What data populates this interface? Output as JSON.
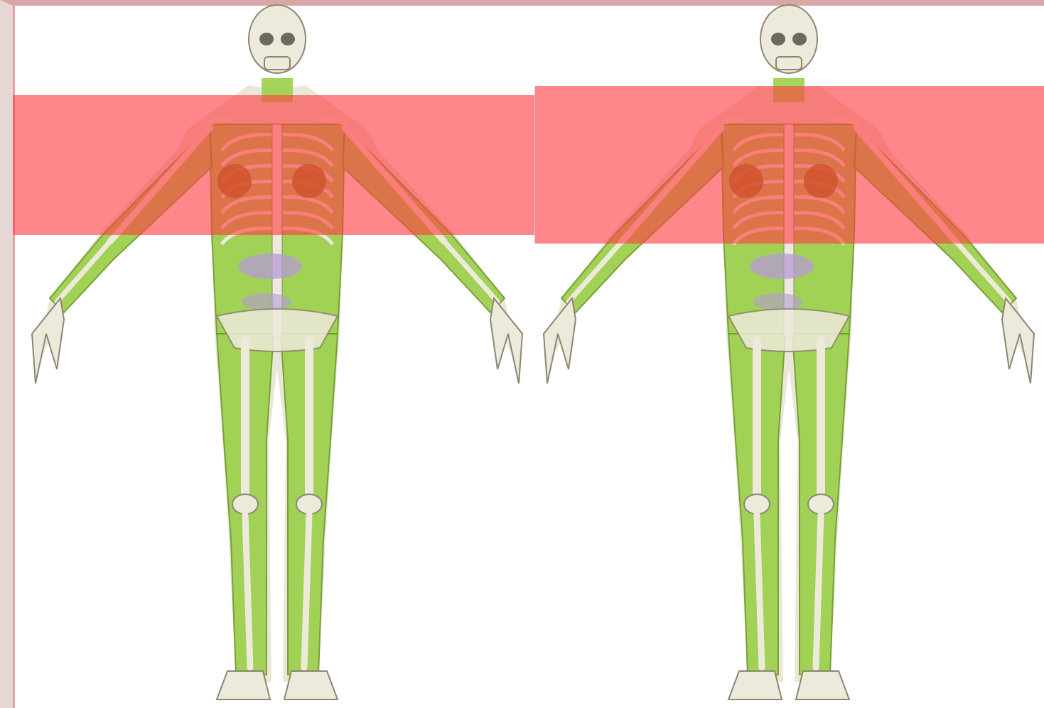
{
  "figure": {
    "panels": [
      {
        "id": "left",
        "highlight_region": "chest-and-upper-arms"
      },
      {
        "id": "right",
        "highlight_region": "chest-and-upper-arms"
      }
    ],
    "colors": {
      "background": "#ffffff",
      "frame": "#e6d6d6",
      "soft_tissue": "#9bd14a",
      "soft_tissue_edge": "#6f9a2c",
      "bone": "#eeeadb",
      "bone_edge": "#8c8672",
      "skin_outline": "#d9d3b8",
      "breast_tissue": "#8a7a10",
      "abdominal_organ": "#b59ad6",
      "highlight_band": "#ff5a5f"
    },
    "icons": [
      "human-phantom-icon",
      "skull-icon",
      "ribcage-icon",
      "pelvis-icon"
    ]
  }
}
